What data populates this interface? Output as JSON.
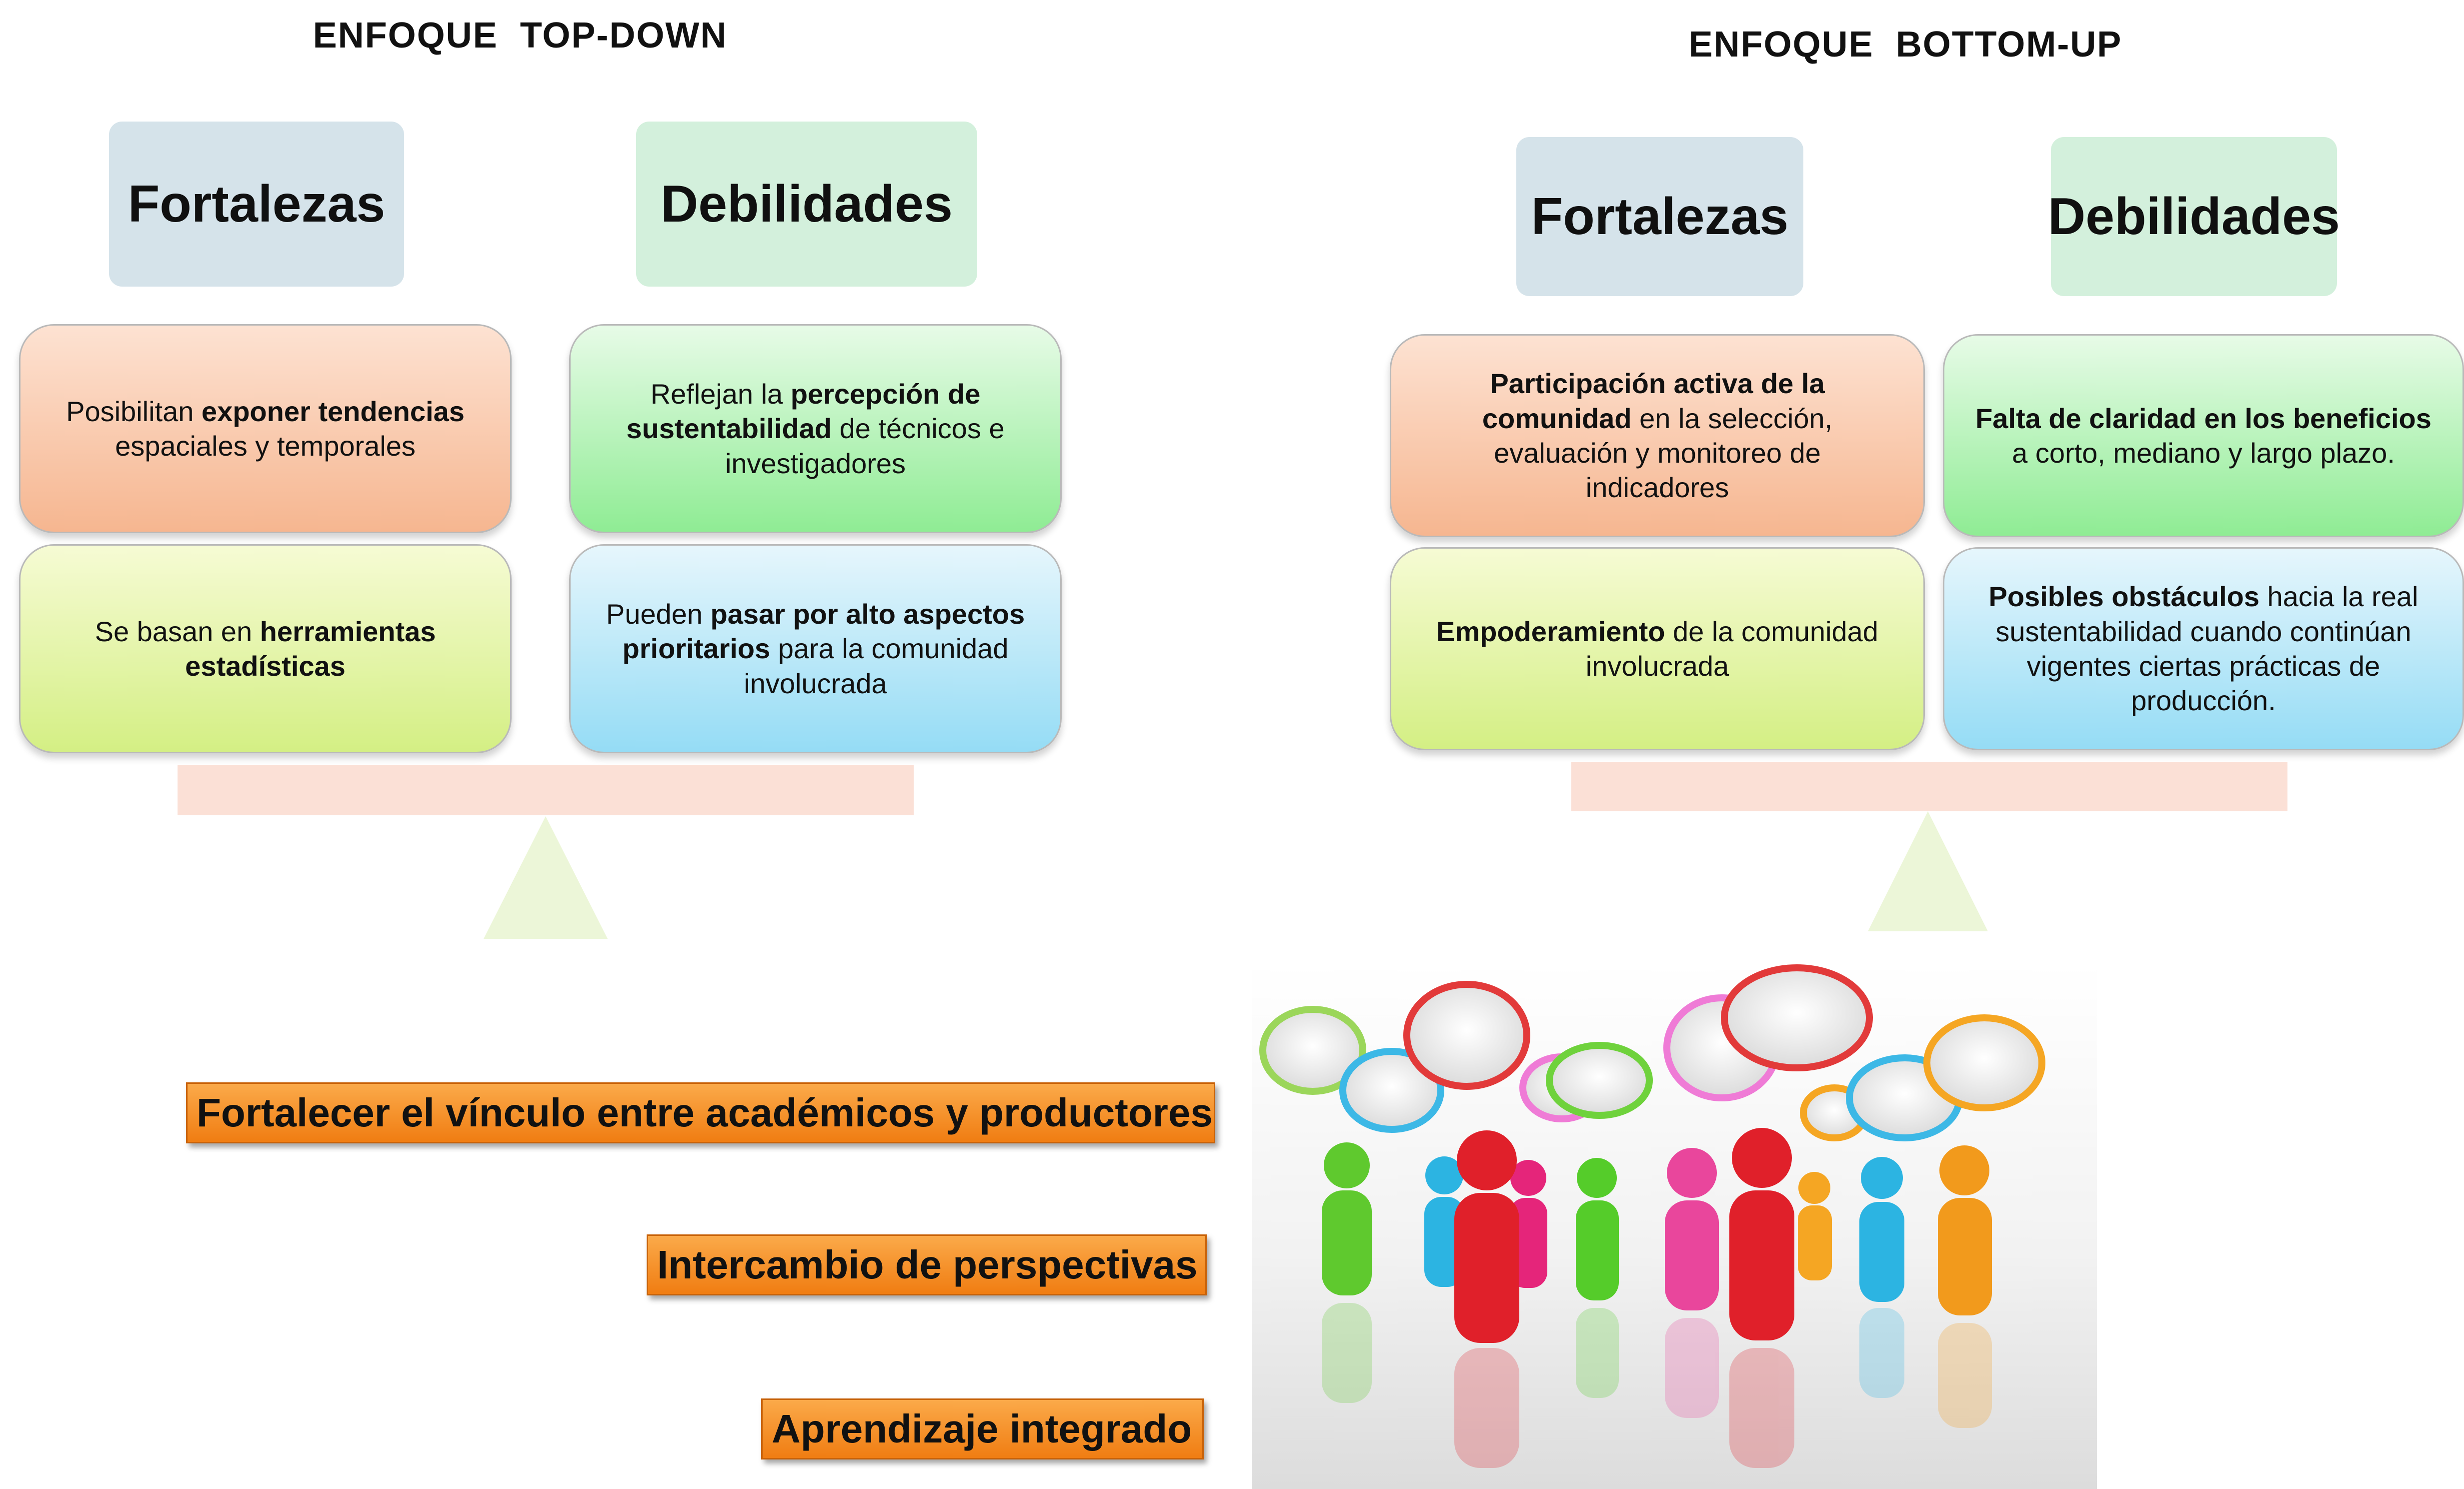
{
  "top_down": {
    "title": "ENFOQUE  TOP-DOWN",
    "strengths_header": "Fortalezas",
    "weaknesses_header": "Debilidades",
    "strength_1": [
      "Posibilitan ",
      "exponer tendencias",
      " espaciales y temporales"
    ],
    "strength_2": [
      "Se basan en ",
      "herramientas estadísticas",
      ""
    ],
    "weakness_1": [
      "Reflejan la ",
      "percepción de sustentabilidad",
      " de técnicos e investigadores"
    ],
    "weakness_2": [
      "Pueden ",
      "pasar por alto aspectos prioritarios",
      " para la comunidad involucrada"
    ]
  },
  "bottom_up": {
    "title": "ENFOQUE  BOTTOM-UP",
    "strengths_header": "Fortalezas",
    "weaknesses_header": "Debilidades",
    "strength_1": [
      "",
      "Participación activa de la comunidad",
      " en la selección, evaluación y monitoreo de indicadores"
    ],
    "strength_2": [
      "",
      "Empoderamiento",
      " de la comunidad involucrada"
    ],
    "weakness_1": [
      "",
      "Falta de claridad en los beneficios",
      " a corto, mediano y largo plazo."
    ],
    "weakness_2": [
      "",
      "Posibles obstáculos",
      " hacia la real sustentabilidad cuando continúan vigentes ciertas prácticas  de producción."
    ]
  },
  "outcomes": {
    "item_1": "Fortalecer el vínculo entre académicos y productores",
    "item_2": "Intercambio de perspectivas",
    "item_3": "Aprendizaje integrado"
  },
  "colors": {
    "header_blue": "#d5e3ea",
    "header_green": "#d3f0dc",
    "orange": "#f07d12",
    "beam": "#fbe0d6",
    "fulcrum": "#ecf6d8"
  },
  "illustration": "community-people-speech-bubbles"
}
